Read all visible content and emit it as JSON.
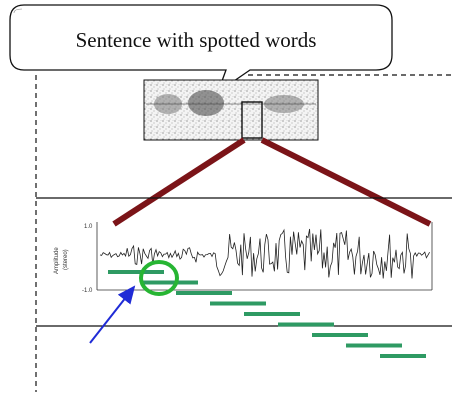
{
  "callout": {
    "text": "Sentence with spotted words"
  },
  "waveform_axis": {
    "y_top_label": "1.0",
    "y_bottom_label": "-1.0",
    "y_axis_title_1": "Amplitude",
    "y_axis_title_2": "(stereo)"
  },
  "colors": {
    "connector": "#7b1418",
    "segment": "#2e9a63",
    "highlight_circle": "#27b533",
    "arrow": "#1f2bd6",
    "frame": "#111111"
  },
  "spotted_segments": {
    "count": 9
  }
}
